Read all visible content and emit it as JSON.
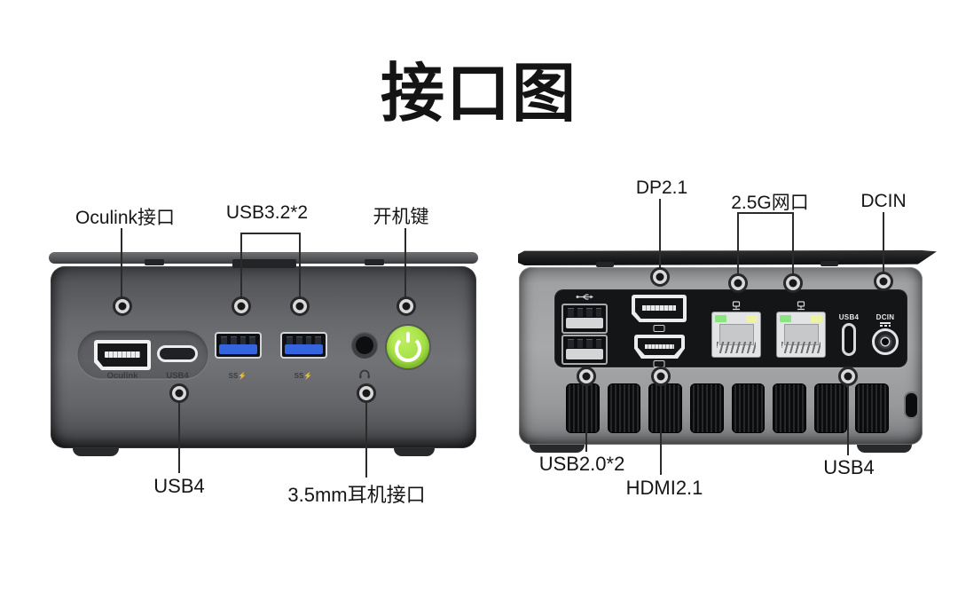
{
  "title": "接口图",
  "front_view": {
    "top_callouts": [
      {
        "label": "Oculink接口"
      },
      {
        "label": "USB3.2*2"
      },
      {
        "label": "开机键"
      }
    ],
    "bottom_callouts": [
      {
        "label": "USB4"
      },
      {
        "label": "3.5mm耳机接口"
      }
    ],
    "markings": {
      "oculink": "Oculink",
      "usb4": "USB4",
      "usb_a": "SS⚡"
    }
  },
  "rear_view": {
    "top_callouts": [
      {
        "label": "DP2.1"
      },
      {
        "label": "2.5G网口"
      },
      {
        "label": "DCIN"
      }
    ],
    "bottom_callouts": [
      {
        "label": "USB2.0*2"
      },
      {
        "label": "HDMI2.1"
      },
      {
        "label": "USB4"
      }
    ],
    "markings": {
      "usb4": "USB4",
      "dcin": "DCIN"
    }
  },
  "colors": {
    "background": "#ffffff",
    "label_text": "#161616",
    "leader_line": "#2b2b2c",
    "power_button_green": "#a5e245",
    "usb3_tongue_blue": "#3565de",
    "led_green": "#8ae57f",
    "led_yellow": "#eef2a3",
    "rear_panel_black": "#141517"
  }
}
